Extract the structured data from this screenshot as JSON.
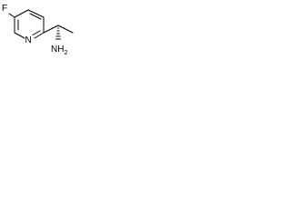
{
  "structure": {
    "atoms": [
      {
        "id": "F",
        "label": "F"
      },
      {
        "id": "N",
        "label": "N"
      },
      {
        "id": "NH2",
        "label": "NH",
        "subscript": "2"
      }
    ],
    "bond_color": "#000000",
    "label_color": "#000000"
  }
}
